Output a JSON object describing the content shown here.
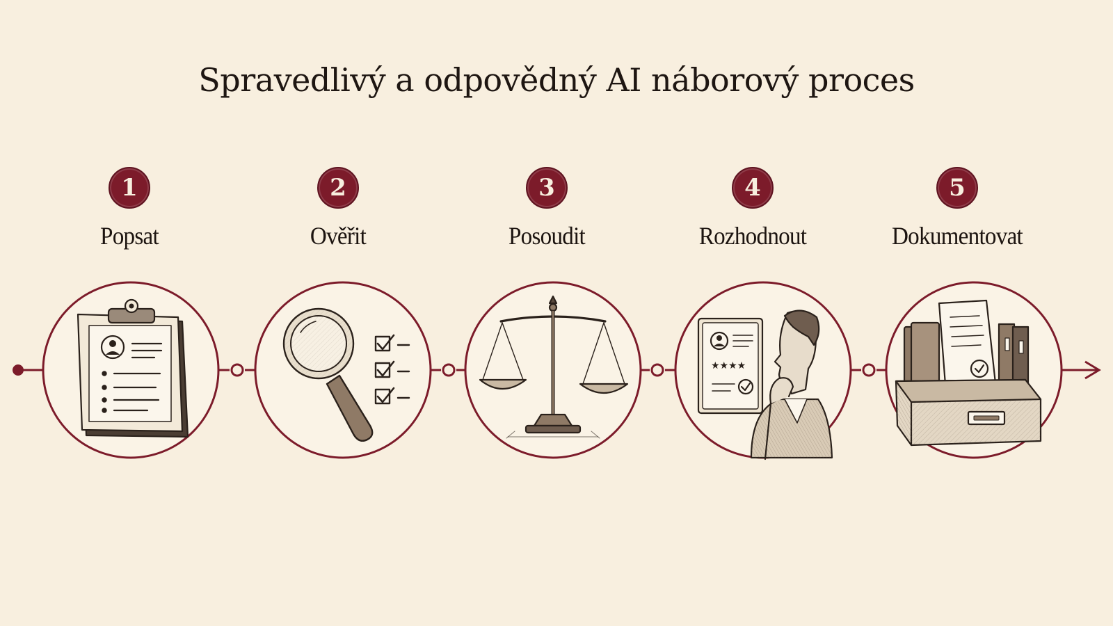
{
  "title": "Spravedlivý a odpovědný AI náborový proces",
  "steps": [
    {
      "number": "1",
      "label": "Popsat",
      "icon": "clipboard-icon"
    },
    {
      "number": "2",
      "label": "Ověřit",
      "icon": "magnifier-checklist-icon"
    },
    {
      "number": "3",
      "label": "Posoudit",
      "icon": "scales-icon"
    },
    {
      "number": "4",
      "label": "Rozhodnout",
      "icon": "person-thinking-icon"
    },
    {
      "number": "5",
      "label": "Dokumentovat",
      "icon": "archive-box-icon"
    }
  ],
  "colors": {
    "background": "#f8efdf",
    "accent": "#7c1b2a",
    "ink": "#1c1410"
  }
}
